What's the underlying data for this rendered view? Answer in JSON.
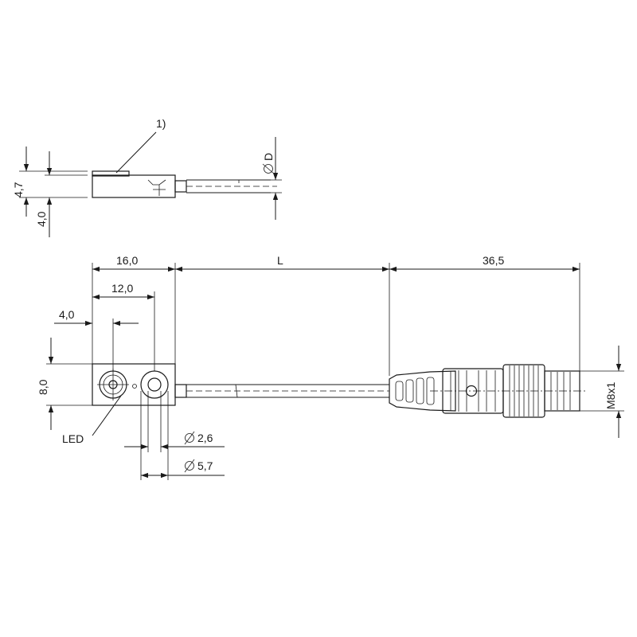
{
  "labels": {
    "note_1": "1)",
    "diameter_d": "D",
    "dim_4_7": "4,7",
    "dim_4_0_side": "4,0",
    "dim_16_0": "16,0",
    "dim_L": "L",
    "dim_36_5": "36,5",
    "dim_12_0": "12,0",
    "dim_4_0_top": "4,0",
    "dim_8_0": "8,0",
    "led": "LED",
    "dim_2_6": "2,6",
    "dim_5_7": "5,7",
    "thread": "M8x1"
  },
  "colors": {
    "line": "#1a1a1a",
    "background": "#ffffff"
  }
}
